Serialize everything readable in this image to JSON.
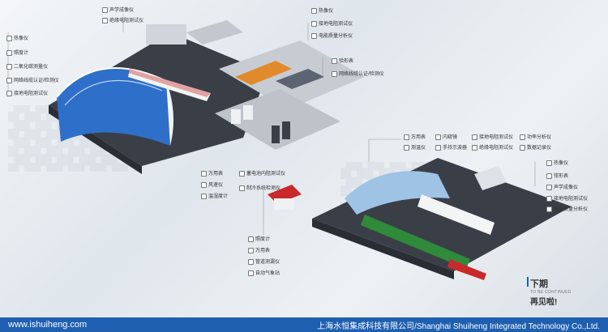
{
  "labels_left": [
    "热像仪",
    "照度计",
    "二氧化碳测量仪",
    "网络线缆认证/检测仪",
    "接地电阻测试仪"
  ],
  "labels_top_center": [
    "声学成像仪",
    "绝缘电阻测试仪"
  ],
  "labels_top_right": [
    "热像仪",
    "接地电阻测试仪",
    "电能质量分析仪"
  ],
  "labels_mid_right": [
    "验形表",
    "网络线缆认证/检测仪"
  ],
  "labels_bottom_left_a": [
    "万用表",
    "风速仪",
    "温湿度计"
  ],
  "labels_bottom_left_b": [
    "蓄电池内阻测试仪",
    "制冷系统检测仪"
  ],
  "labels_bottom_left_c": [
    "照度计",
    "万用表",
    "管道测漏仪",
    "自动气象站"
  ],
  "labels_right_top_row1": [
    "万用表",
    "测温仪"
  ],
  "labels_right_top_row2": [
    "内窥镜",
    "手持示波器"
  ],
  "labels_right_top_row3": [
    "接地电阻测试仪",
    "绝缘电阻测试仪"
  ],
  "labels_right_top_row4": [
    "功率分析仪",
    "数据记录仪"
  ],
  "labels_far_right": [
    "热像仪",
    "钳形表",
    "声学成像仪",
    "接地电阻测试仪",
    "电能质量分析仪"
  ],
  "next": {
    "title": "下期",
    "subtitle": "TO BE CONTINUED",
    "cta": "再见啦!"
  },
  "footer": {
    "url": "www.ishuiheng.com",
    "company": "上海水恒集成科技有限公司/Shanghai Shuiheng Integrated Technology Co.,Ltd."
  },
  "colors": {
    "brand": "#1f5fb0",
    "platform": "#3a3f47",
    "roof": "#2e6fc9"
  }
}
